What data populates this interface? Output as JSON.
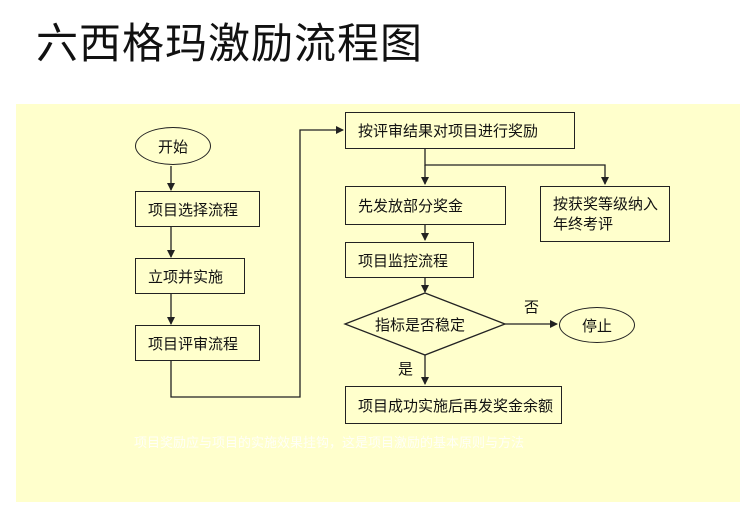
{
  "title": "六西格玛激励流程图",
  "nodes": {
    "start": "开始",
    "select": "项目选择流程",
    "approve": "立项并实施",
    "review": "项目评审流程",
    "reward": "按评审结果对项目进行奖励",
    "partial_bonus": "先发放部分奖金",
    "annual": "按获奖等级纳入年终考评",
    "monitor": "项目监控流程",
    "decision": "指标是否稳定",
    "stop": "停止",
    "final_bonus": "项目成功实施后再发奖金余额"
  },
  "branch_labels": {
    "no": "否",
    "yes": "是"
  },
  "footnote": "项目奖励应与项目的实施效果挂钩，这是项目激励的基本原则与方法",
  "colors": {
    "panel": "#ffffcc",
    "line": "#222222"
  }
}
